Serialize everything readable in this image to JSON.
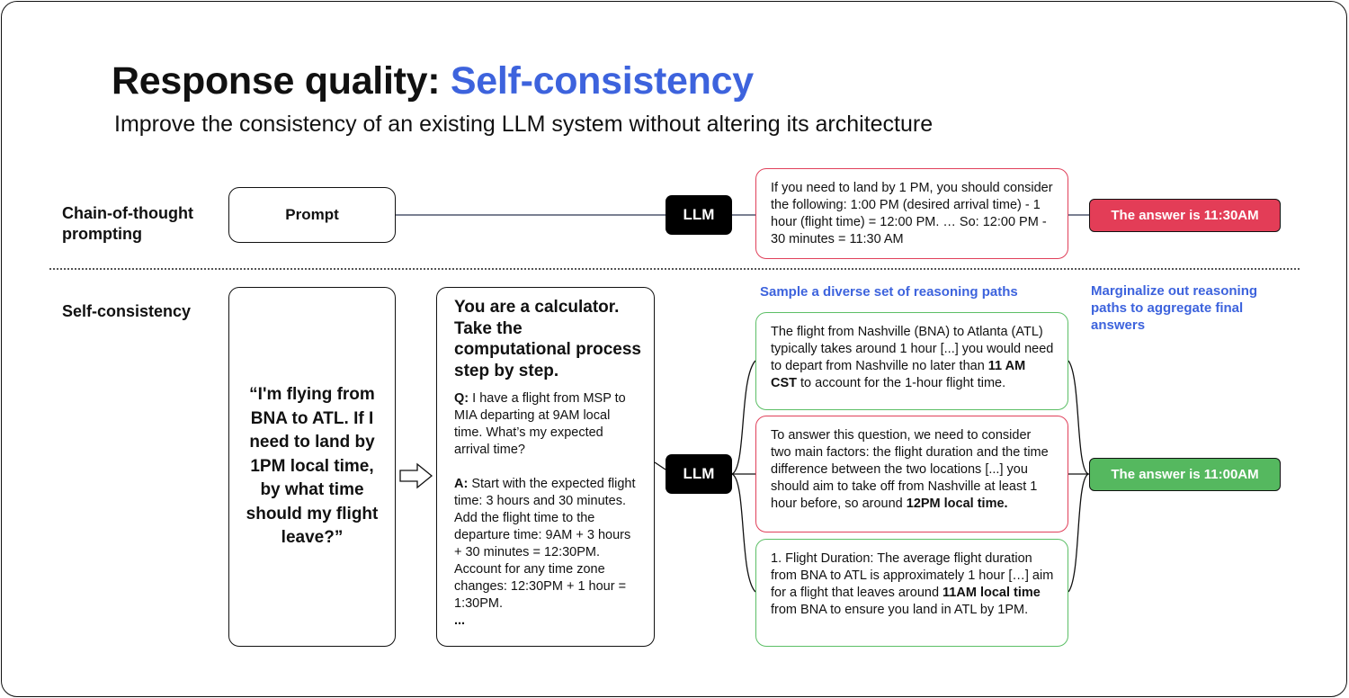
{
  "header": {
    "title_prefix": "Response quality: ",
    "title_accent": "Self-consistency",
    "subtitle": "Improve the consistency of an existing LLM system without altering its architecture"
  },
  "colors": {
    "accent_blue": "#3d63dd",
    "wrong_red": "#e33d57",
    "correct_green": "#55b85f",
    "llm_black": "#000000"
  },
  "chain_of_thought": {
    "row_label_line1": "Chain-of-thought",
    "row_label_line2": "prompting",
    "prompt_label": "Prompt",
    "llm_label": "LLM",
    "reasoning": {
      "border": "red",
      "text": "If you need to land by 1 PM, you should consider the following: 1:00 PM (desired arrival time) - 1 hour (flight time) = 12:00 PM. … So: 12:00 PM - 30 minutes = 11:30 AM"
    },
    "answer": {
      "label": "The answer is 11:30AM",
      "status": "incorrect"
    }
  },
  "self_consistency": {
    "row_label": "Self-consistency",
    "question": "“I'm flying from BNA to ATL. If I need to land by 1PM local time, by what time should my flight leave?”",
    "arrow_icon": "hollow-right-arrow",
    "calculator_prompt": {
      "heading": "You are a calculator. Take the computational process step by step.",
      "q_label": "Q:",
      "q_text": " I have a flight from MSP to MIA departing at 9AM local time. What’s my expected arrival time?",
      "a_label": "A:",
      "a_text": " Start with the expected flight time: 3 hours and 30 minutes. Add the flight time to the departure time: 9AM + 3 hours + 30 minutes = 12:30PM. Account for any time zone changes: 12:30PM + 1 hour = 1:30PM.",
      "ellipsis": "..."
    },
    "llm_label": "LLM",
    "sample_note": "Sample a diverse set of reasoning paths",
    "marginalize_note": "Marginalize out reasoning paths to aggregate final answers",
    "paths": [
      {
        "border": "green",
        "text_before": "The flight from Nashville (BNA) to Atlanta (ATL) typically takes around 1 hour [...] you would need to depart from Nashville no later than ",
        "bold": "11 AM CST",
        "text_after": " to account for the 1-hour flight time."
      },
      {
        "border": "red",
        "text_before": "To answer this question, we need to consider two main factors: the flight duration and the time difference between the two locations [...] you should aim to take off from Nashville at least 1 hour before, so around ",
        "bold": "12PM local time.",
        "text_after": ""
      },
      {
        "border": "green",
        "text_before": "1. Flight Duration: The average flight duration from BNA to ATL is approximately 1 hour […] aim for a flight that leaves around ",
        "bold": "11AM local time",
        "text_after": " from BNA to ensure you land in ATL by 1PM."
      }
    ],
    "answer": {
      "label": "The answer is 11:00AM",
      "status": "correct"
    }
  }
}
